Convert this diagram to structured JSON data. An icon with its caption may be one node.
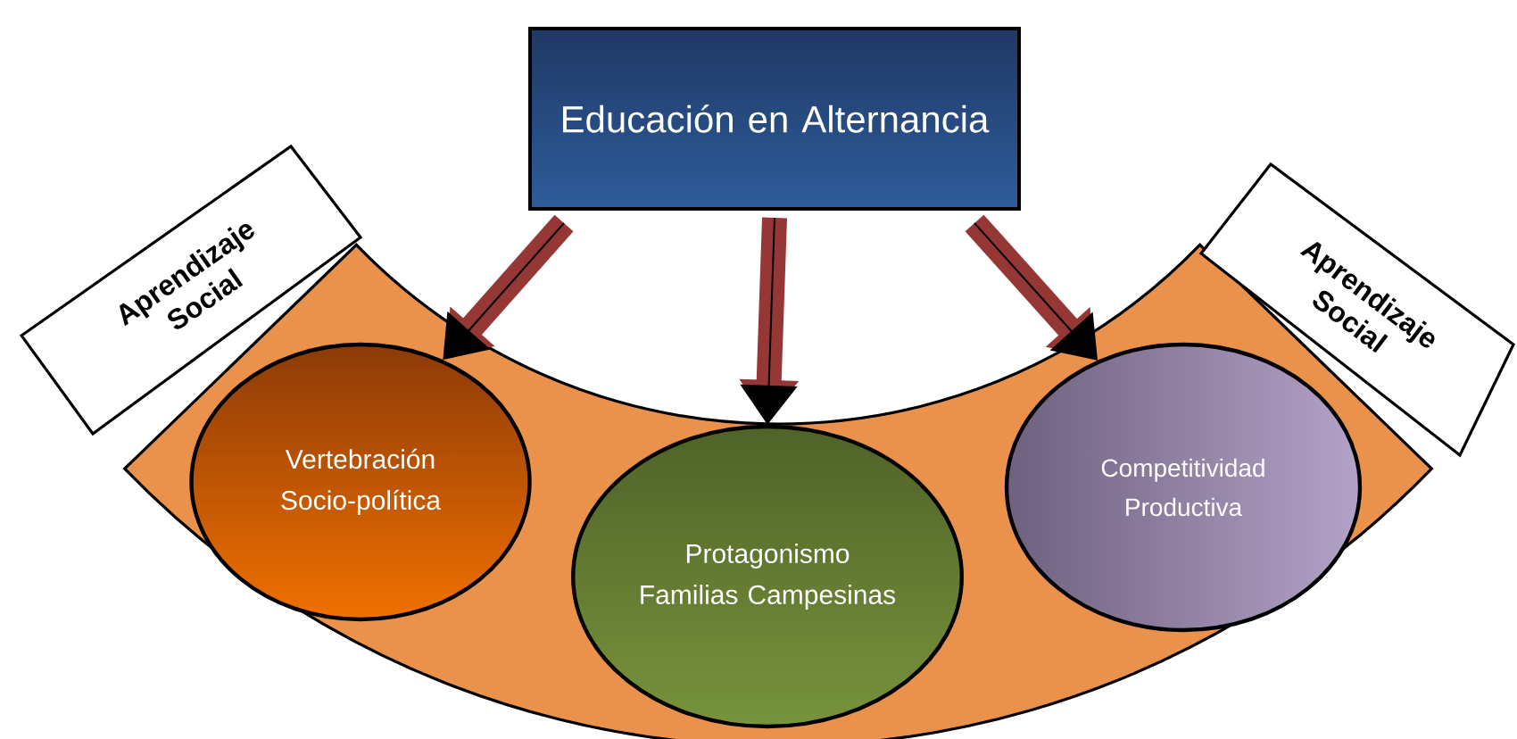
{
  "diagram": {
    "nodes": [
      {
        "text": [
          "Educación en Alternancia"
        ]
      },
      {
        "text": [
          "Aprendizaje Social"
        ]
      },
      {
        "text": [
          "Aprendizaje Social"
        ]
      },
      {
        "text": [
          "Vertebración Socio-política"
        ]
      },
      {
        "text": [
          "Protagonismo Familias Campesinas"
        ]
      },
      {
        "text": [
          "Competitividad Productiva"
        ]
      }
    ],
    "edges": [
      {
        "from": 0,
        "to": 3,
        "arrow": "to"
      },
      {
        "from": 0,
        "to": 4,
        "arrow": "to"
      },
      {
        "from": 0,
        "to": 5,
        "arrow": "to"
      }
    ]
  }
}
